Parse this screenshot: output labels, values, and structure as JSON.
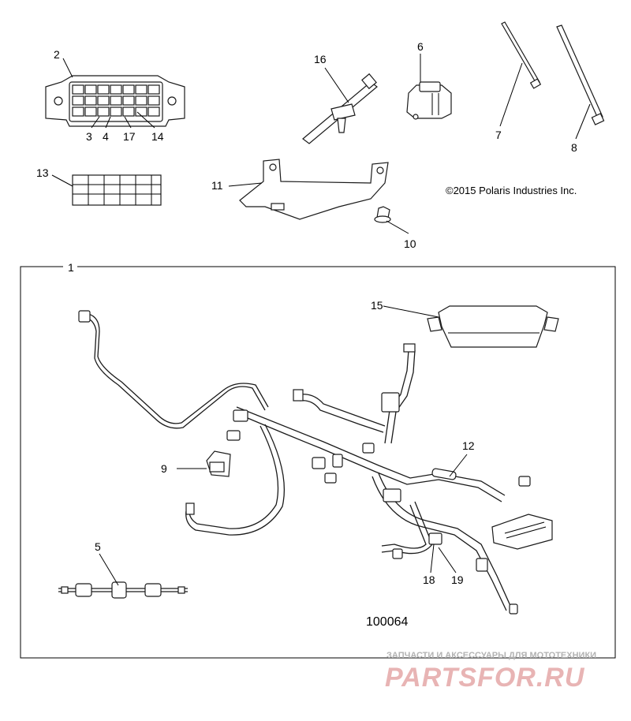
{
  "copyright": "©2015 Polaris Industries Inc.",
  "diagram_number": "100064",
  "watermark": {
    "tagline": "ЗАПЧАСТИ И АКСЕССУАРЫ ДЛЯ МОТОТЕХНИКИ",
    "logo": "PARTSFOR.RU"
  },
  "colors": {
    "line": "#1a1a1a",
    "watermark_red": "#e8b4b4",
    "watermark_gray": "#b3b3b3"
  },
  "callouts": {
    "c1": "1",
    "c2": "2",
    "c3": "3",
    "c4": "4",
    "c5": "5",
    "c6": "6",
    "c7": "7",
    "c8": "8",
    "c9": "9",
    "c10": "10",
    "c11": "11",
    "c12": "12",
    "c13": "13",
    "c14": "14",
    "c15": "15",
    "c16": "16",
    "c17": "17",
    "c18": "18",
    "c19": "19"
  }
}
